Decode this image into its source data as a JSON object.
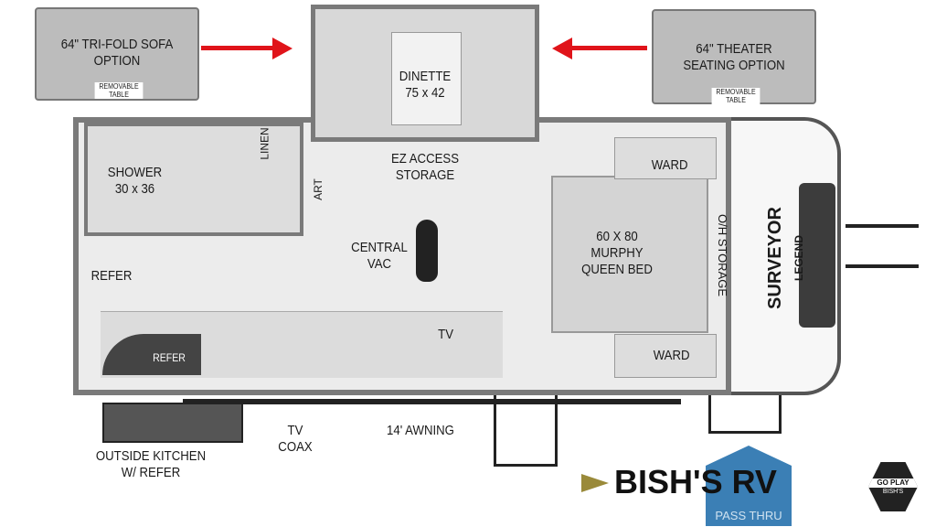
{
  "options": {
    "sofa": {
      "line1": "64\" TRI-FOLD SOFA",
      "line2": "OPTION",
      "table": "REMOVABLE TABLE"
    },
    "theater": {
      "line1": "64\" THEATER",
      "line2": "SEATING OPTION",
      "table": "REMOVABLE TABLE"
    },
    "arrow_color": "#e0141a"
  },
  "dinette": {
    "name": "DINETTE",
    "size": "75 x 42"
  },
  "rooms": {
    "shower": {
      "name": "SHOWER",
      "size": "30 x 36"
    },
    "linen": "LINEN",
    "art": "ART",
    "ez_storage": {
      "line1": "EZ ACCESS",
      "line2": "STORAGE"
    },
    "ward_top": "WARD",
    "ward_bottom": "WARD",
    "central_vac": {
      "line1": "CENTRAL",
      "line2": "VAC"
    },
    "bed": {
      "line1": "60 X 80",
      "line2": "MURPHY",
      "line3": "QUEEN BED"
    },
    "oh_storage": "O/H STORAGE",
    "refer": "REFER",
    "refer2": "REFER",
    "tv": "TV"
  },
  "exterior": {
    "tv_coax": {
      "line1": "TV",
      "line2": "COAX"
    },
    "awning": "14' AWNING",
    "outside_kitchen": {
      "line1": "OUTSIDE KITCHEN",
      "line2": "W/ REFER"
    },
    "brand": {
      "line1": "SURVEYOR",
      "line2": "LEGEND"
    }
  },
  "logo": {
    "name": "BISH'S RV",
    "badge": "PASS THRU",
    "go_play": "GO PLAY",
    "bishs": "BISH'S",
    "accent": "#9a8a3a"
  }
}
